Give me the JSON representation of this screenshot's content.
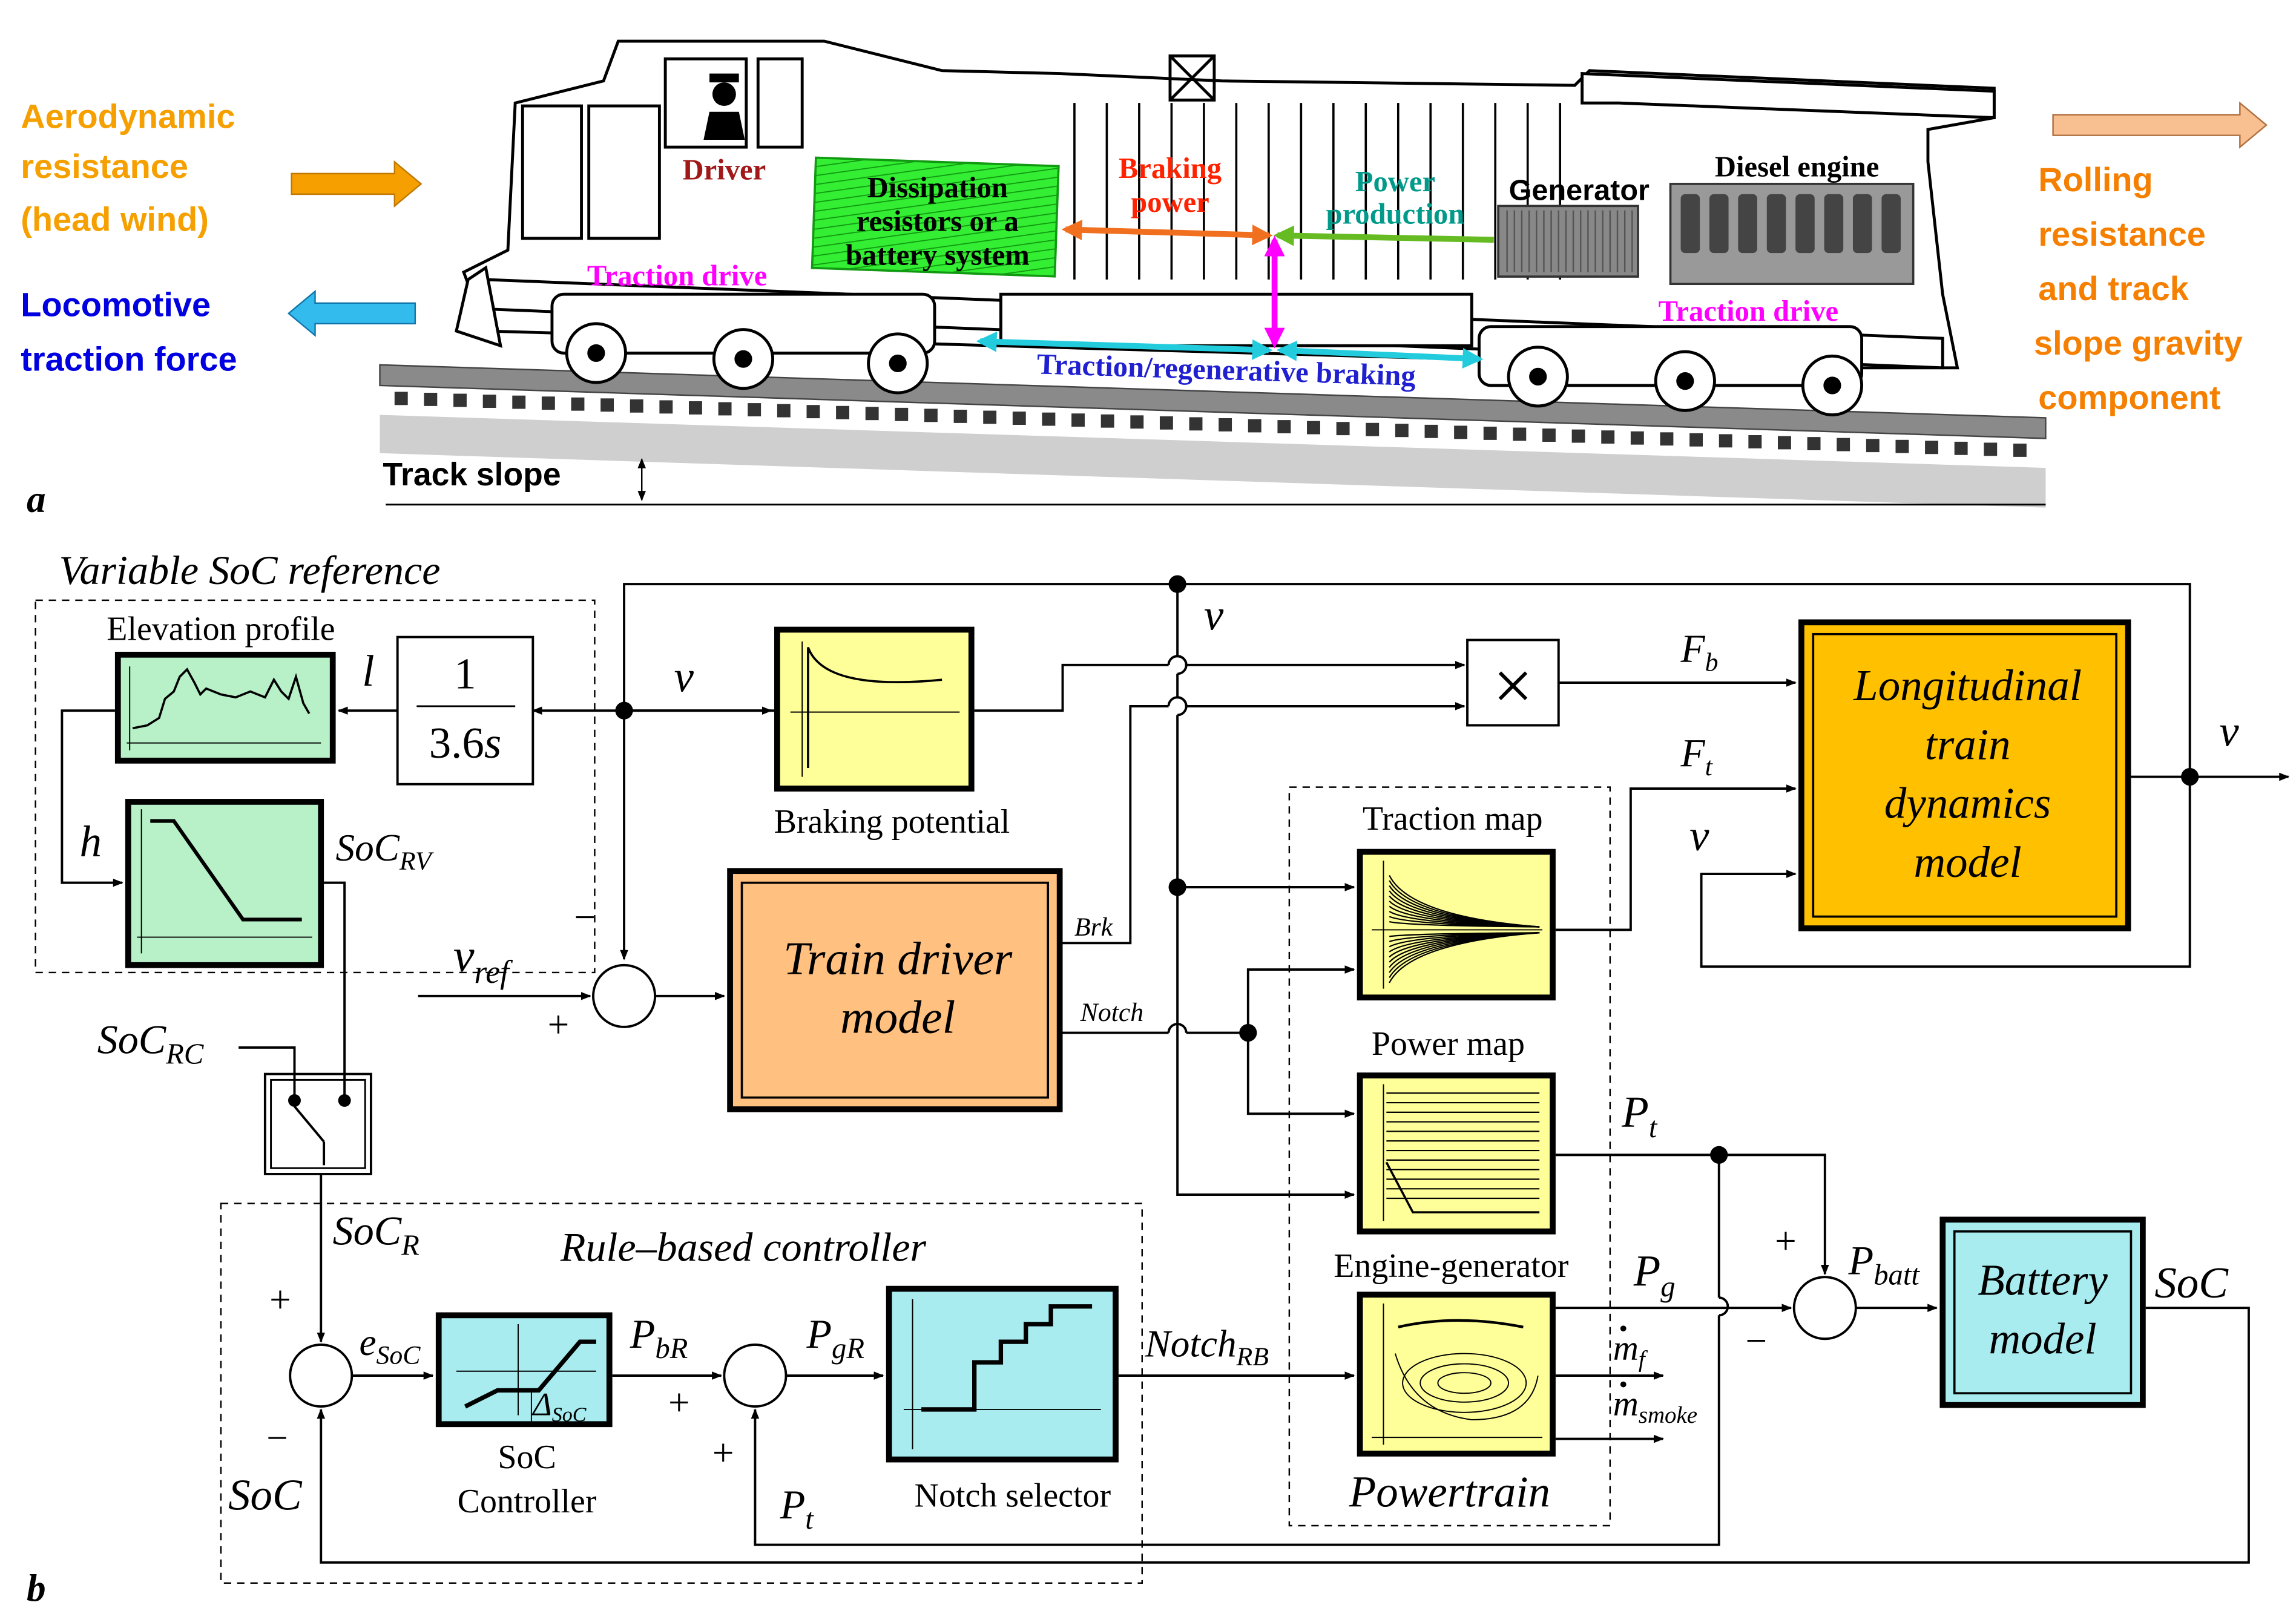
{
  "panel_a": {
    "label": "a",
    "aero_1": "Aerodynamic",
    "aero_2": "resistance",
    "aero_3": "(head wind)",
    "loco_1": "Locomotive",
    "loco_2": "traction force",
    "rolling_1": "Rolling",
    "rolling_2": "resistance",
    "rolling_3": "and track",
    "rolling_4": "slope gravity",
    "rolling_5": "component",
    "driver": "Driver",
    "diss_1": "Dissipation",
    "diss_2": "resistors or a",
    "diss_3": "battery system",
    "braking_1": "Braking",
    "braking_2": "power",
    "power_1": "Power",
    "power_2": "production",
    "generator": "Generator",
    "diesel": "Diesel engine",
    "traction_left": "Traction drive",
    "traction_right": "Traction drive",
    "regen": "Traction/regenerative braking",
    "track_slope": "Track slope",
    "colors": {
      "aero": "#f5a000",
      "loco": "#0000e0",
      "rolling": "#f57f00",
      "driver": "#a01818",
      "braking": "#ff2200",
      "power": "#009a8a",
      "magenta": "#ff00ff",
      "regen": "#2020d0",
      "green_fill": "#33ee33"
    }
  },
  "panel_b": {
    "label": "b",
    "variable_soc_title": "Variable SoC reference",
    "elevation_profile": "Elevation profile",
    "l": "l",
    "h": "h",
    "tf_num": "1",
    "tf_den": "3.6",
    "tf_s": "s",
    "soc_rv": "SoC",
    "soc_rv_sub": "RV",
    "v": "v",
    "v_ref": "v",
    "v_ref_sub": "ref",
    "braking_potential": "Braking potential",
    "fb": "F",
    "fb_sub": "b",
    "ft": "F",
    "ft_sub": "t",
    "long_1": "Longitudinal",
    "long_2": "train",
    "long_3": "dynamics",
    "long_4": "model",
    "driver_1": "Train driver",
    "driver_2": "model",
    "brk": "Brk",
    "notch": "Notch",
    "traction_map": "Traction map",
    "power_map": "Power map",
    "engine_gen": "Engine-generator",
    "powertrain": "Powertrain",
    "soc_rc": "SoC",
    "soc_rc_sub": "RC",
    "soc_r": "SoC",
    "soc_r_sub": "R",
    "rule_title": "Rule–based controller",
    "e_soc": "e",
    "e_soc_sub": "SoC",
    "p_br": "P",
    "p_br_sub": "bR",
    "p_gr": "P",
    "p_gr_sub": "gR",
    "delta_soc": "Δ",
    "delta_soc_sub": "SoC",
    "soc_ctrl_1": "SoC",
    "soc_ctrl_2": "Controller",
    "notch_selector": "Notch selector",
    "notch_rb": "Notch",
    "notch_rb_sub": "RB",
    "pt": "P",
    "pt_sub": "t",
    "pg": "P",
    "pg_sub": "g",
    "mf": "m",
    "mf_sub": "f",
    "msmoke": "m",
    "msmoke_sub": "smoke",
    "p_batt": "P",
    "p_batt_sub": "batt",
    "battery_1": "Battery",
    "battery_2": "model",
    "soc_out": "SoC",
    "soc_fb": "SoC",
    "pt_fb": "P",
    "pt_fb_sub": "t",
    "plus": "+",
    "minus": "−",
    "times": "×",
    "colors": {
      "green_block": "#b8f0c8",
      "yellow_block": "#ffff99",
      "orange_block": "#ffc080",
      "cyan_block": "#a8ecf0",
      "gold_block": "#ffc000"
    }
  }
}
